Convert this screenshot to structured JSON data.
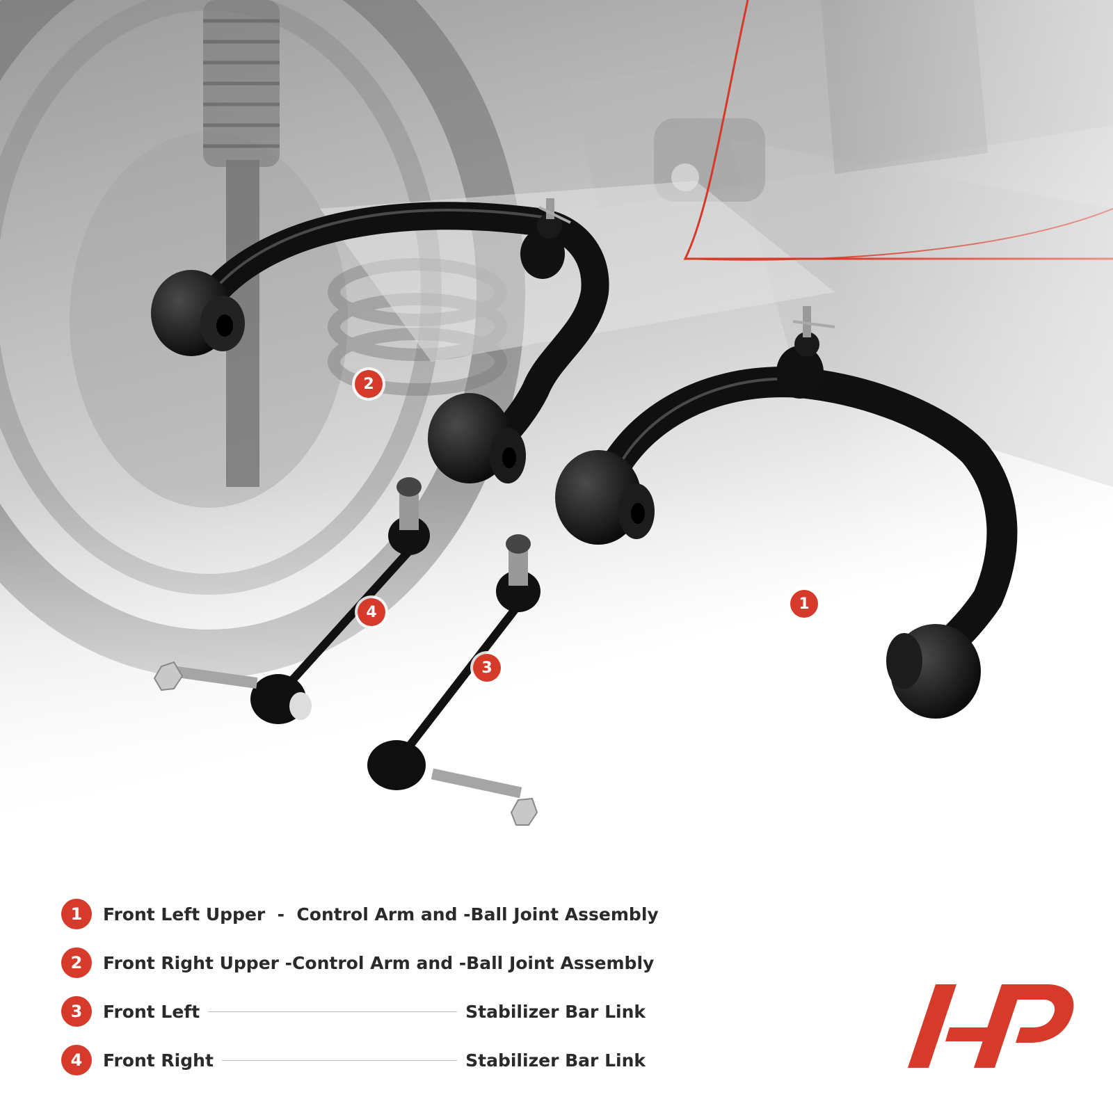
{
  "accent_color": "#d63a2a",
  "callouts": [
    {
      "number": "1"
    },
    {
      "number": "2"
    },
    {
      "number": "3"
    },
    {
      "number": "4"
    }
  ],
  "legend": [
    {
      "number": "1",
      "text": "Front Left Upper  -  Control Arm and -Ball Joint Assembly"
    },
    {
      "number": "2",
      "text": "Front Right Upper -Control Arm and -Ball Joint Assembly"
    },
    {
      "number": "3",
      "left": "Front Left",
      "right": "Stabilizer Bar Link"
    },
    {
      "number": "4",
      "left": "Front Right",
      "right": "Stabilizer Bar Link"
    }
  ],
  "brand": {
    "logo": "a-premium-logo"
  }
}
